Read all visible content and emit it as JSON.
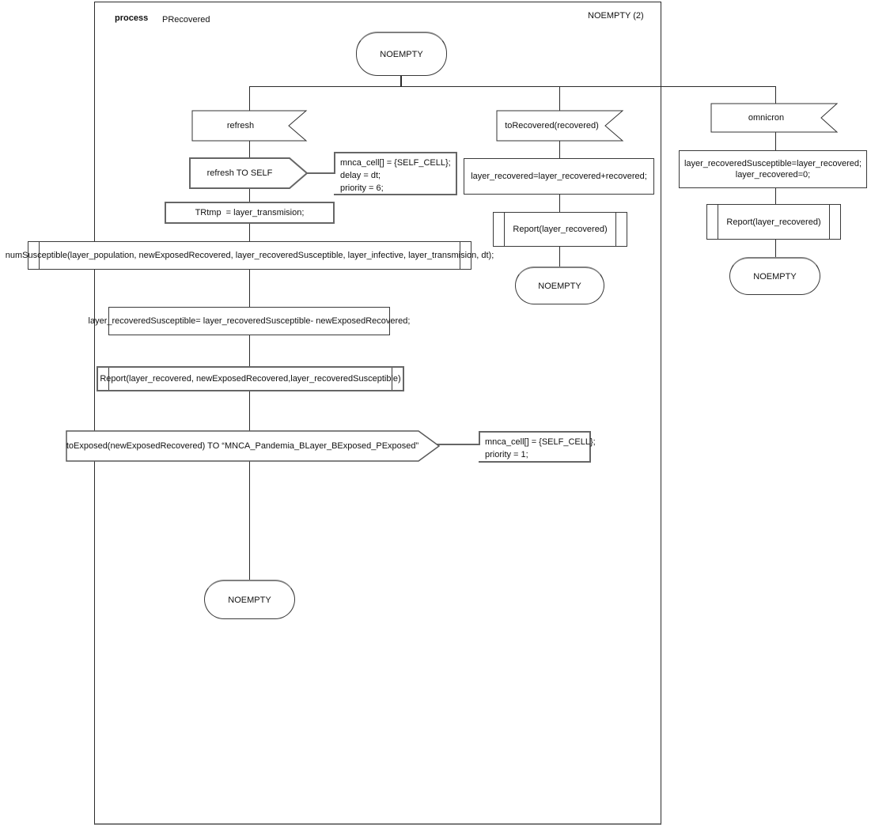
{
  "header": {
    "kind": "process",
    "name": "PRecovered",
    "page": "NOEMPTY (2)"
  },
  "start_state": "NOEMPTY",
  "refresh_branch": {
    "input": "refresh",
    "output": "refresh TO SELF",
    "output_comment": {
      "lines": [
        "mnca_cell[] = {SELF_CELL};",
        "delay = dt;",
        "priority = 6;"
      ]
    },
    "task_trtmp": "TRtmp  = layer_transmision;",
    "call_numsusceptible": "numSusceptible(layer_population, newExposedRecovered, layer_recoveredSusceptible, layer_infective, layer_transmision, dt);",
    "task_update": "layer_recoveredSusceptible= layer_recoveredSusceptible- newExposedRecovered;",
    "call_report": "Report(layer_recovered, newExposedRecovered,layer_recoveredSusceptible)",
    "output_toexposed": "toExposed(newExposedRecovered) TO “MNCA_Pandemia_BLayer_BExposed_PExposed”",
    "toexposed_comment": {
      "lines": [
        "mnca_cell[] = {SELF_CELL};",
        "priority = 1;"
      ]
    },
    "end_state": "NOEMPTY"
  },
  "torecovered_branch": {
    "input": "toRecovered(recovered)",
    "task": "layer_recovered=layer_recovered+recovered;",
    "call_report": "Report(layer_recovered)",
    "end_state": "NOEMPTY"
  },
  "omnicron_branch": {
    "input": "omnicron",
    "task": {
      "lines": [
        "layer_recoveredSusceptible=layer_recovered;",
        "layer_recovered=0;"
      ]
    },
    "call_report": "Report(layer_recovered)",
    "end_state": "NOEMPTY"
  }
}
